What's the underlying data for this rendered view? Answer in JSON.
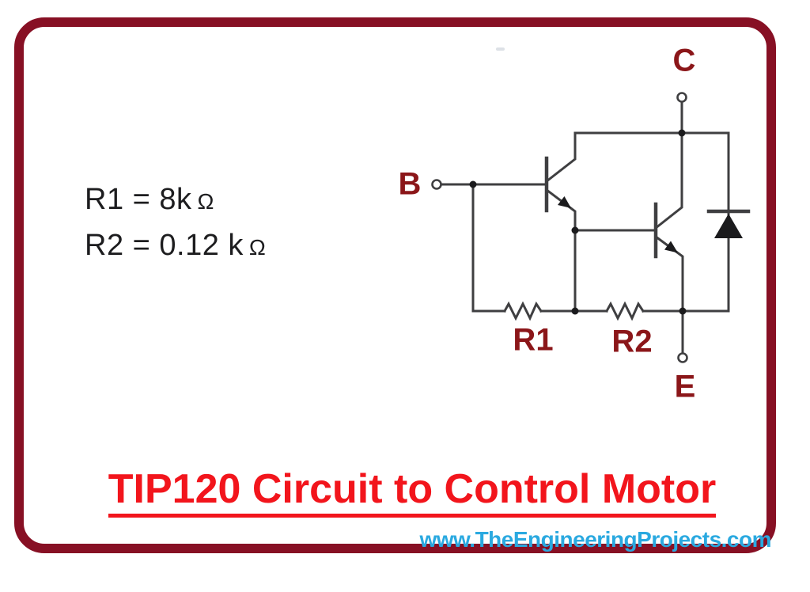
{
  "frame": {
    "border_color": "#871024"
  },
  "annotations": {
    "r1_value_text": "R1 = 8k",
    "r1_value_unit": "Ω",
    "r2_value_text": "R2 = 0.12 k",
    "r2_value_unit": "Ω"
  },
  "circuit": {
    "terminal_b_label": "B",
    "terminal_c_label": "C",
    "terminal_e_label": "E",
    "resistor_r1_label": "R1",
    "resistor_r2_label": "R2",
    "line_color": "#3f3f41",
    "label_color": "#8b1619"
  },
  "footer": {
    "title": "TIP120 Circuit to Control Motor",
    "title_color": "#f2151c",
    "website": "www.TheEngineeringProjects.com",
    "website_color": "#2aa9e0"
  }
}
